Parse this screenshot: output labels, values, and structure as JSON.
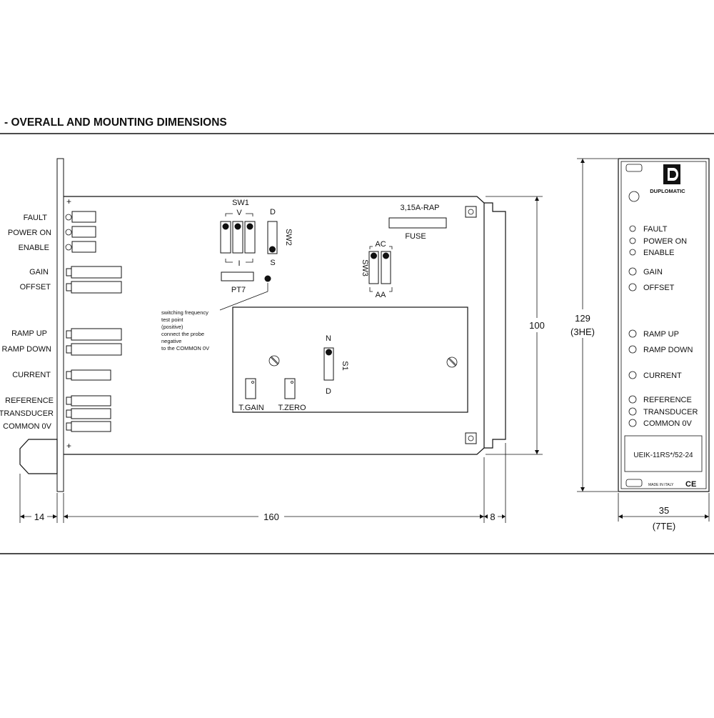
{
  "header": {
    "title": "- OVERALL AND MOUNTING DIMENSIONS"
  },
  "side_labels": [
    "FAULT",
    "POWER ON",
    "ENABLE",
    "GAIN",
    "OFFSET",
    "RAMP UP",
    "RAMP DOWN",
    "CURRENT",
    "REFERENCE",
    "TRANSDUCER",
    "COMMON 0V"
  ],
  "board": {
    "sw1": "SW1",
    "v": "V",
    "i": "I",
    "sw2": "SW2",
    "d": "D",
    "s": "S",
    "pt7": "PT7",
    "fuse_rating": "3,15A-RAP",
    "fuse": "FUSE",
    "sw3": "SW3",
    "ac": "AC",
    "aa": "AA",
    "note_lines": [
      "switching frequency",
      "test point",
      "(positive)",
      "connect the probe",
      "negative",
      "to the COMMON 0V"
    ],
    "n": "N",
    "s1": "S1",
    "d2": "D",
    "t_gain": "T.GAIN",
    "t_zero": "T.ZERO"
  },
  "dimensions": {
    "d14": "14",
    "d160": "160",
    "d8": "8",
    "d100": "100",
    "d129": "129",
    "d3he": "(3HE)",
    "d35": "35",
    "d7te": "(7TE)"
  },
  "front_panel": {
    "brand": "DUPLOMATIC",
    "labels": [
      "FAULT",
      "POWER ON",
      "ENABLE",
      "GAIN",
      "OFFSET",
      "RAMP UP",
      "RAMP DOWN",
      "CURRENT",
      "REFERENCE",
      "TRANSDUCER",
      "COMMON 0V"
    ],
    "model": "UEIK-11RS*/52-24",
    "made_in": "MADE IN ITALY",
    "ce": "CE"
  }
}
